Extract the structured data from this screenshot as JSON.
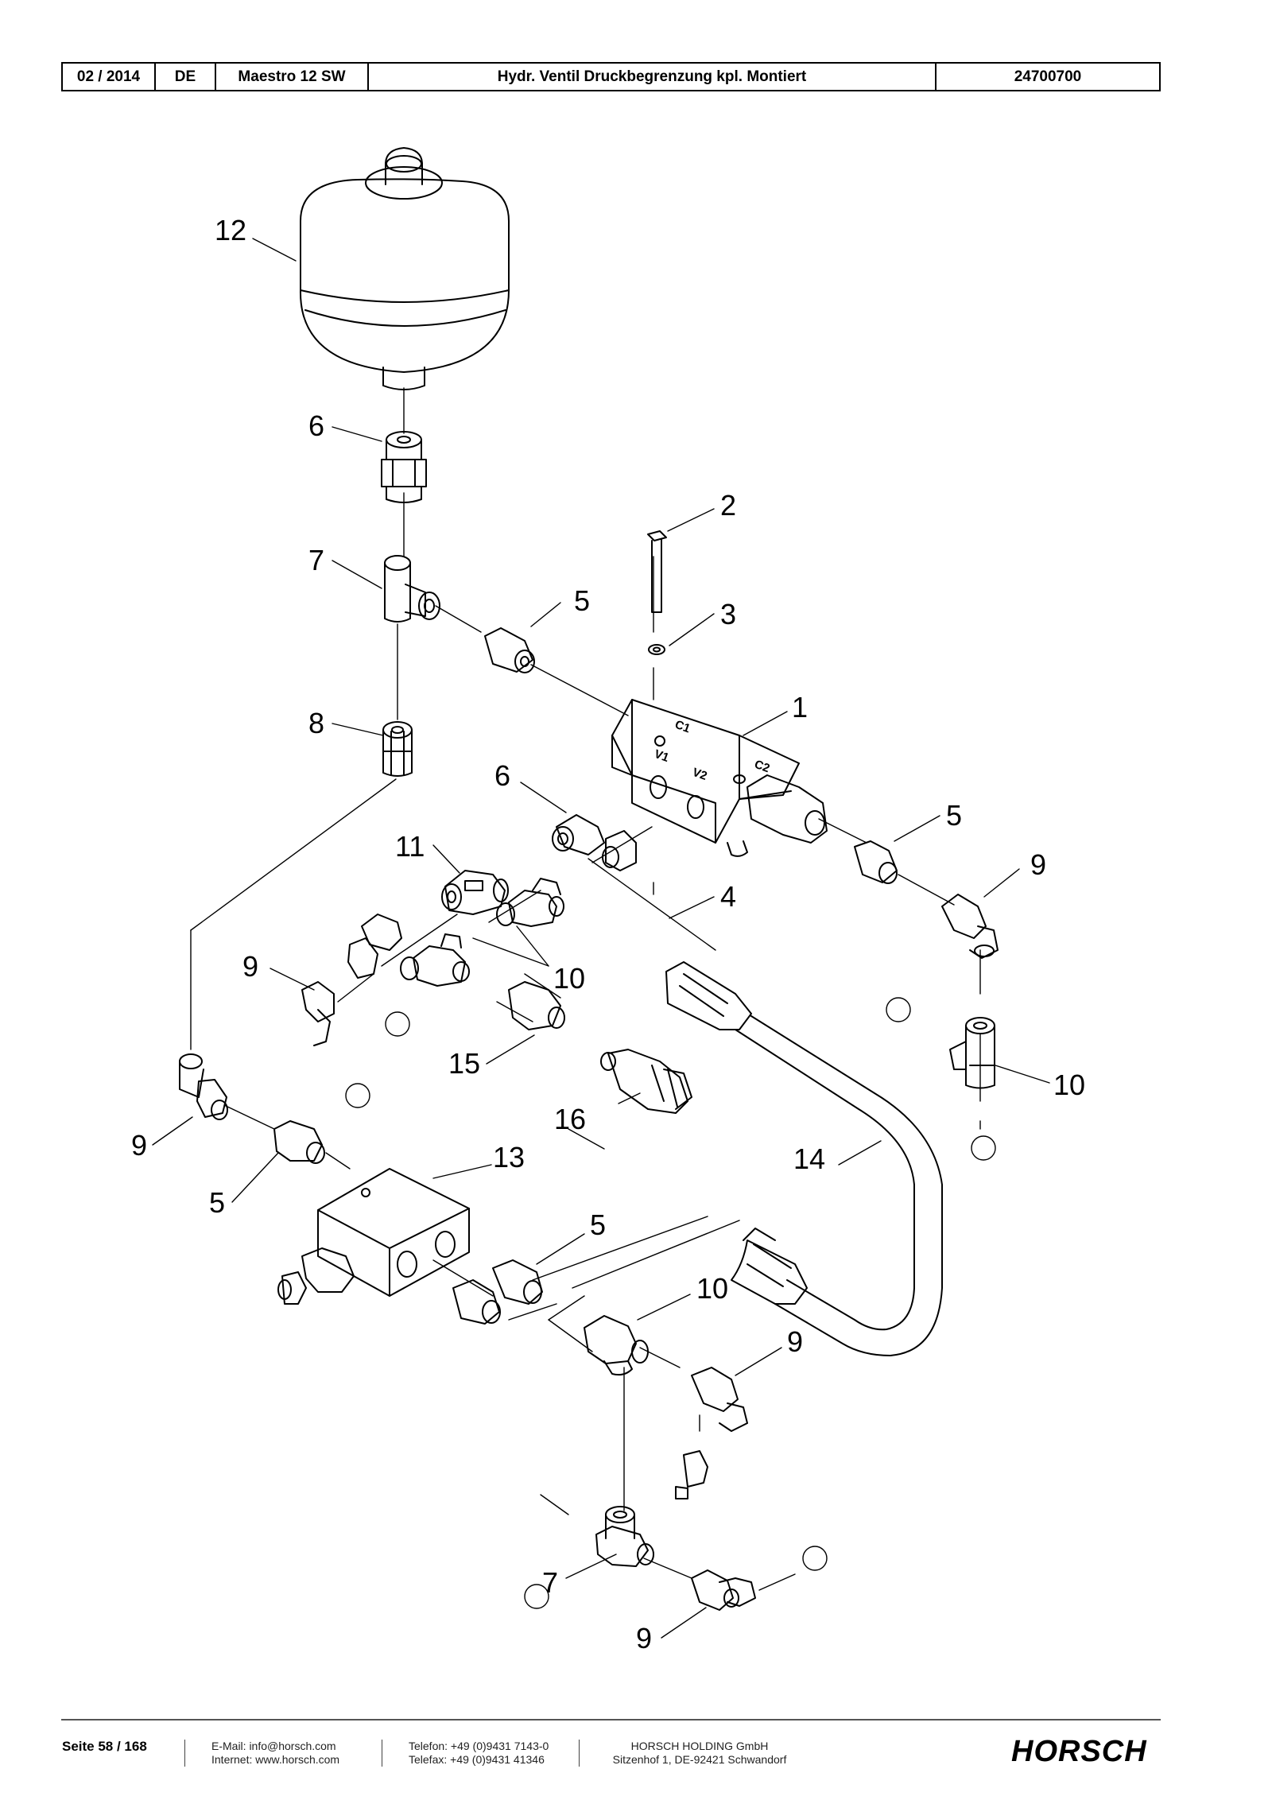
{
  "header": {
    "date": "02 / 2014",
    "language": "DE",
    "model": "Maestro 12 SW",
    "title": "Hydr. Ventil Druckbegrenzung kpl. Montiert",
    "part_number": "24700700"
  },
  "drawing": {
    "valve_markings": [
      "C1",
      "V1",
      "V2",
      "C2"
    ],
    "callouts": [
      {
        "id": "c12",
        "text": "12"
      },
      {
        "id": "c6a",
        "text": "6"
      },
      {
        "id": "c2",
        "text": "2"
      },
      {
        "id": "c7a",
        "text": "7"
      },
      {
        "id": "c5a",
        "text": "5"
      },
      {
        "id": "c3",
        "text": "3"
      },
      {
        "id": "c8",
        "text": "8"
      },
      {
        "id": "c1",
        "text": "1"
      },
      {
        "id": "c6b",
        "text": "6"
      },
      {
        "id": "c5b",
        "text": "5"
      },
      {
        "id": "c11",
        "text": "11"
      },
      {
        "id": "c9a",
        "text": "9"
      },
      {
        "id": "c4",
        "text": "4"
      },
      {
        "id": "c9b",
        "text": "9"
      },
      {
        "id": "c10a",
        "text": "10"
      },
      {
        "id": "c15",
        "text": "15"
      },
      {
        "id": "c10b",
        "text": "10"
      },
      {
        "id": "c16",
        "text": "16"
      },
      {
        "id": "c9c",
        "text": "9"
      },
      {
        "id": "c13",
        "text": "13"
      },
      {
        "id": "c14",
        "text": "14"
      },
      {
        "id": "c5c",
        "text": "5"
      },
      {
        "id": "c5d",
        "text": "5"
      },
      {
        "id": "c10c",
        "text": "10"
      },
      {
        "id": "c9d",
        "text": "9"
      },
      {
        "id": "c7b",
        "text": "7"
      },
      {
        "id": "c9e",
        "text": "9"
      }
    ]
  },
  "footer": {
    "page": "Seite 58 / 168",
    "email": "E-Mail: info@horsch.com",
    "internet": "Internet: www.horsch.com",
    "phone": "Telefon: +49 (0)9431 7143-0",
    "fax": "Telefax: +49 (0)9431 41346",
    "company": "HORSCH HOLDING GmbH",
    "address": "Sitzenhof 1, DE-92421 Schwandorf",
    "logo": "HORSCH"
  }
}
